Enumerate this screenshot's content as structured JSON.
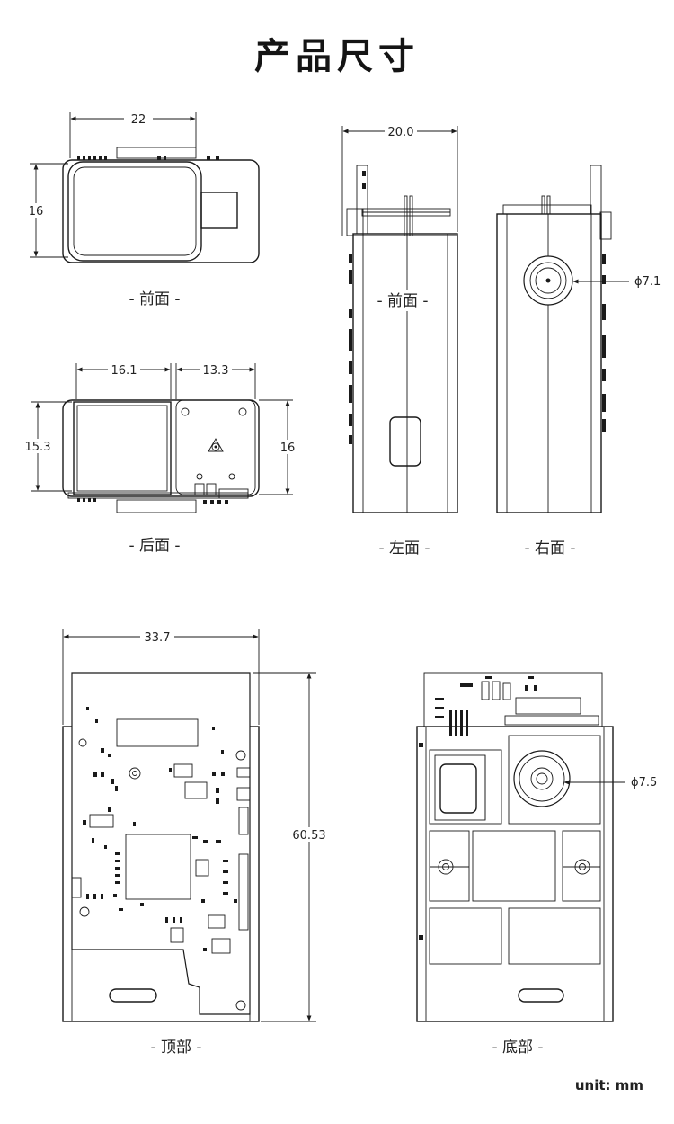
{
  "title": "产品尺寸",
  "unit_label": "unit: mm",
  "views": {
    "front": {
      "caption": "- 前面 -",
      "width": "22",
      "height": "16"
    },
    "back": {
      "caption": "- 后面 -",
      "width_left": "16.1",
      "width_right": "13.3",
      "height_left": "15.3",
      "height_right": "16"
    },
    "left": {
      "caption": "- 左面 -",
      "inner_caption": "- 前面 -",
      "width": "20.0"
    },
    "right": {
      "caption": "- 右面 -",
      "diameter": "ϕ7.1"
    },
    "top": {
      "caption": "- 顶部 -",
      "width": "33.7",
      "height": "60.53"
    },
    "bottom": {
      "caption": "- 底部 -",
      "diameter": "ϕ7.5"
    }
  }
}
